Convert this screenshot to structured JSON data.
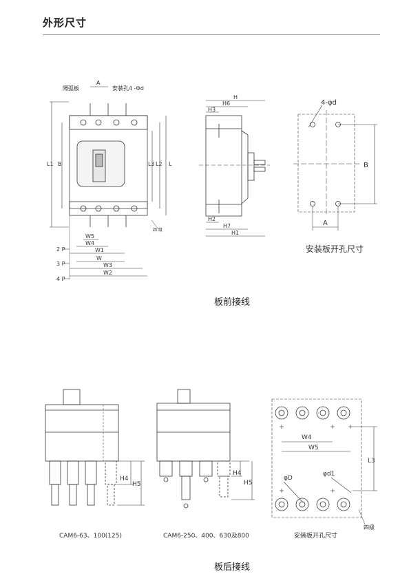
{
  "header": {
    "title": "外形尺寸"
  },
  "front_section": {
    "caption": "板前接线",
    "front_view": {
      "arc_label": "隔弧板",
      "hole_label": "安装孔4 -Φd",
      "dims": {
        "A": "A",
        "L1": "L1",
        "B": "B",
        "L3": "L3",
        "L2": "L2",
        "L": "L",
        "W5": "W5",
        "W4": "W4",
        "W1": "W1",
        "W": "W",
        "W3": "W3",
        "W2": "W2",
        "four_level": "四 级"
      },
      "poles": [
        "2 P",
        "3 P",
        "4 P"
      ]
    },
    "side_view": {
      "dims": {
        "H": "H",
        "H6": "H6",
        "H3": "H3",
        "H2": "H2",
        "H7": "H7",
        "H1": "H1"
      }
    },
    "panel_cut": {
      "caption": "安装板开孔尺寸",
      "hole": "4-φd",
      "B": "B",
      "A": "A"
    }
  },
  "rear_section": {
    "caption": "板后接线",
    "model_small": {
      "caption": "CAM6-63、100(125)",
      "H4": "H4",
      "H5": "H5"
    },
    "model_large": {
      "caption": "CAM6-250、400、630及800",
      "H4": "H4",
      "H5": "H5"
    },
    "panel_cut": {
      "caption": "安装板开孔尺寸",
      "W4": "W4",
      "W5": "W5",
      "L3": "L3",
      "phiD": "φD",
      "phid1": "φd1",
      "four_level": "四级"
    }
  }
}
